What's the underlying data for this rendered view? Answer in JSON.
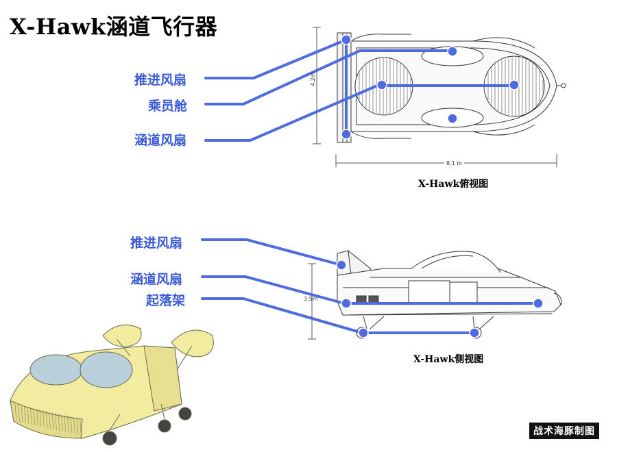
{
  "title": "X-Hawk涵道飞行器",
  "top_view": {
    "caption": "X-Hawk俯视图",
    "width_dim": "8.1 m",
    "height_dim": "4.2m",
    "labels": [
      "推进风扇",
      "乘员舱",
      "涵道风扇"
    ]
  },
  "side_view": {
    "caption": "X-Hawk侧视图",
    "height_dim": "3.5m",
    "labels": [
      "推进风扇",
      "涵道风扇",
      "起落架"
    ]
  },
  "watermark": "战术海豚制图",
  "colors": {
    "accent": "#3a5ad8",
    "leader_line": "#4f6be0",
    "render_body": "#f2eca0"
  }
}
